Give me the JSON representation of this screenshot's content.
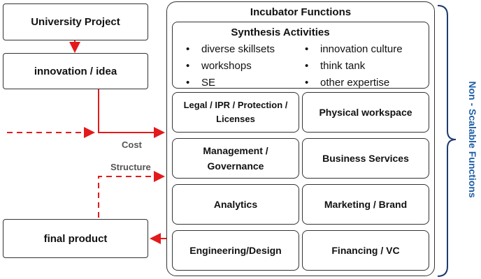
{
  "left": {
    "university_project": "University Project",
    "innovation_idea": "innovation / idea",
    "final_product": "final product",
    "cost_label": "Cost",
    "structure_label": "Structure"
  },
  "incubator": {
    "title": "Incubator Functions",
    "synthesis": {
      "title": "Synthesis Activities",
      "bullets_left": [
        "diverse skillsets",
        "workshops",
        "SE"
      ],
      "bullets_right": [
        "innovation culture",
        "think tank",
        "other expertise"
      ]
    },
    "cells": {
      "legal": "Legal / IPR / Protection / Licenses",
      "workspace": "Physical workspace",
      "management": "Management / Governance",
      "business": "Business Services",
      "analytics": "Analytics",
      "marketing": "Marketing / Brand",
      "engineering": "Engineering/Design",
      "financing": "Financing / VC"
    }
  },
  "brace_label": "Non - Scalable Functions",
  "colors": {
    "arrow": "#e31a1c",
    "brace": "#1f3b6e",
    "brace_text": "#1f5fa8"
  }
}
